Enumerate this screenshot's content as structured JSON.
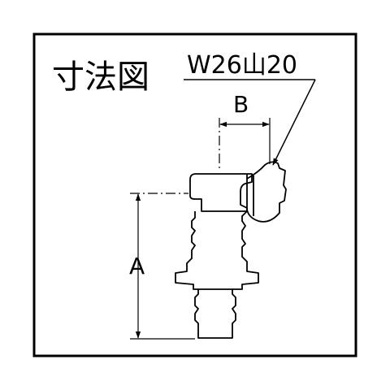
{
  "diagram": {
    "title": "寸法図",
    "thread_label": "W26山20",
    "dimension_a": "A",
    "dimension_b": "B"
  }
}
